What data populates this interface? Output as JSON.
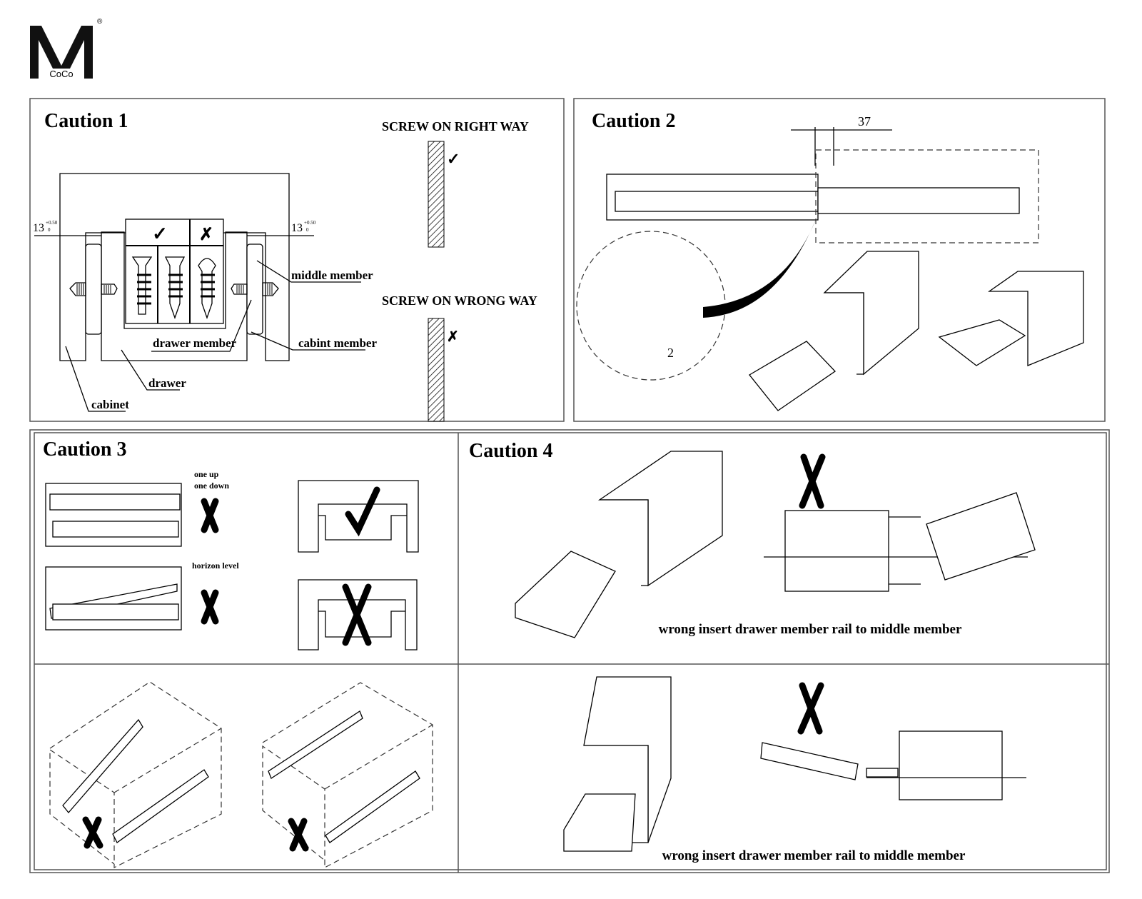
{
  "logo": {
    "letter": "M",
    "subtext": "CoCo",
    "registered": "®"
  },
  "caution1": {
    "title": "Caution 1",
    "screw_right": "SCREW ON RIGHT WAY",
    "screw_wrong": "SCREW ON WRONG WAY",
    "dimension": {
      "value": "13",
      "upper_tol": "+0.50",
      "lower_tol": "0"
    },
    "labels": {
      "middle_member": "middle member",
      "drawer_member": "drawer member",
      "cabinet_member": "cabint member",
      "drawer": "drawer",
      "cabinet": "cabinet"
    },
    "marks": {
      "check": "✓",
      "cross": "✗"
    }
  },
  "caution2": {
    "title": "Caution 2",
    "dimension_top": "37",
    "dimension_detail": "2"
  },
  "caution3": {
    "title": "Caution 3",
    "label_one_up": "one up",
    "label_one_down": "one down",
    "label_horizon": "horizon level"
  },
  "caution4": {
    "title": "Caution 4",
    "caption_top": "wrong insert drawer member rail to middle member",
    "caption_bottom": "wrong insert drawer member rail to middle member"
  }
}
